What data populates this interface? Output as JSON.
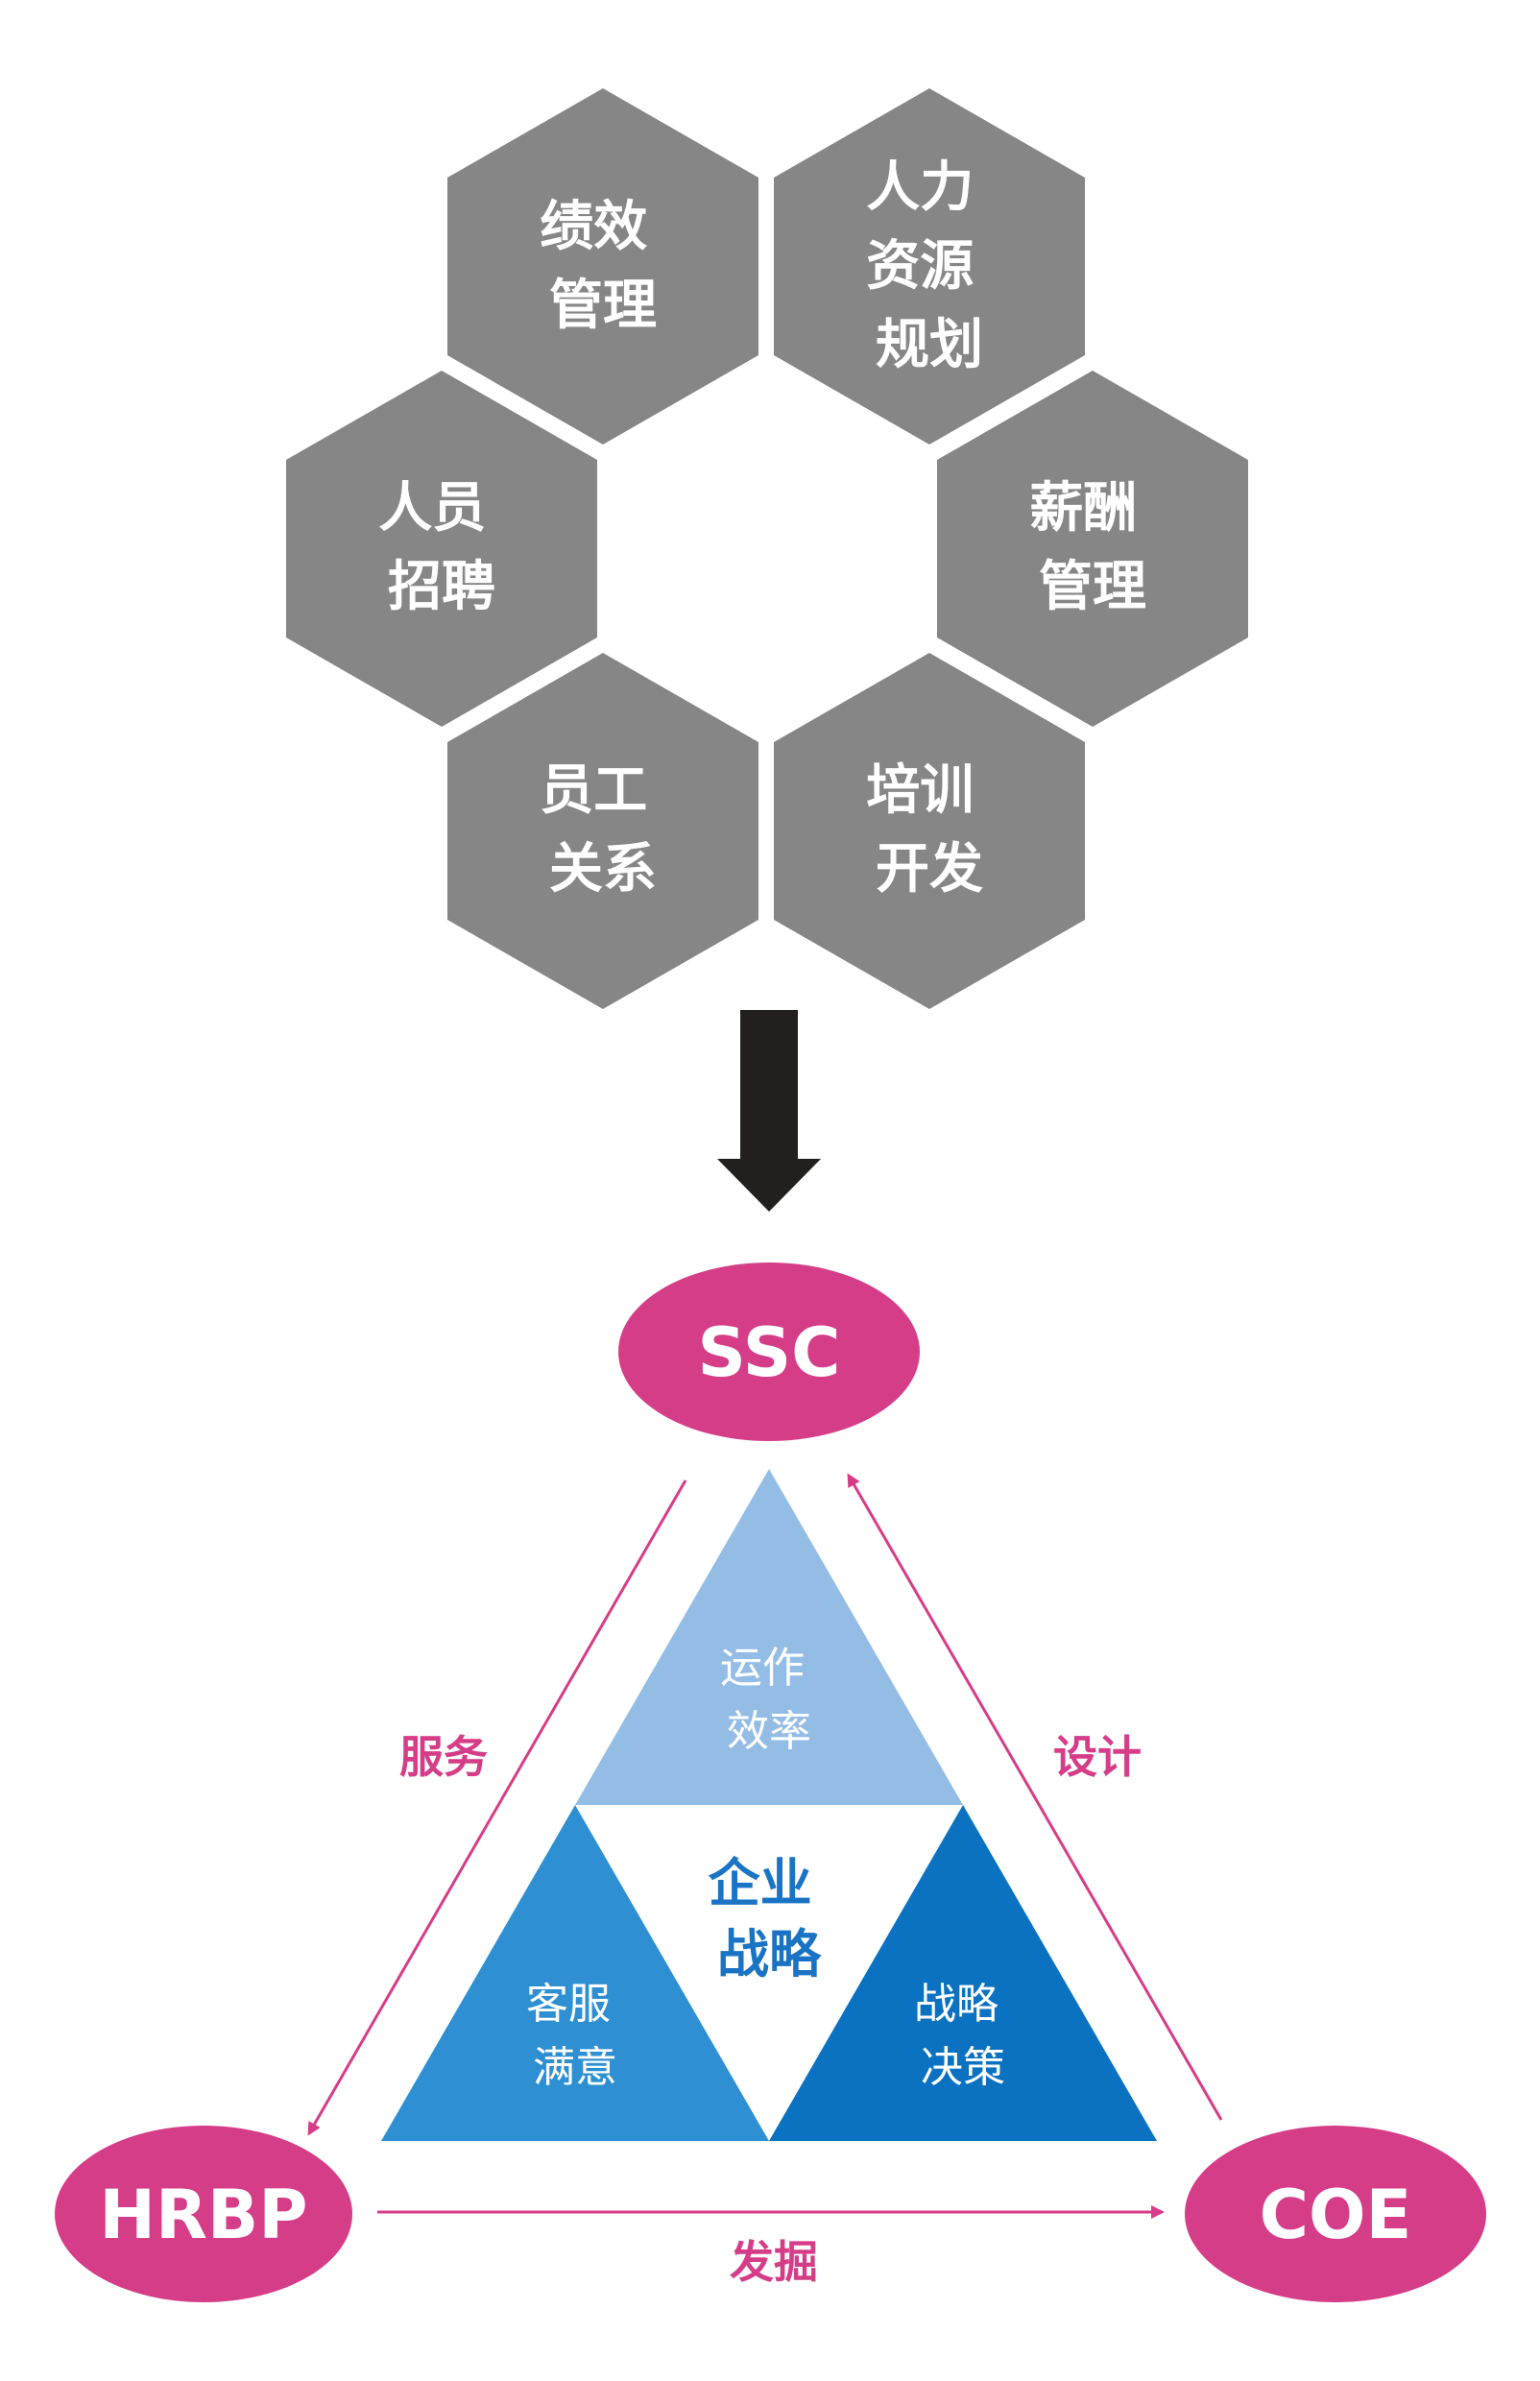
{
  "hexagons": [
    {
      "lines": [
        "绩效",
        "管理"
      ]
    },
    {
      "lines": [
        "人力",
        "资源",
        "规划"
      ]
    },
    {
      "lines": [
        "人员",
        "招聘"
      ]
    },
    {
      "lines": [
        "薪酬",
        "管理"
      ]
    },
    {
      "lines": [
        "员工",
        "关系"
      ]
    },
    {
      "lines": [
        "培训",
        "开发"
      ]
    }
  ],
  "nodes": {
    "ssc": "SSC",
    "hrbp": "HRBP",
    "coe": "COE"
  },
  "arrows": {
    "left": "服务",
    "right": "设计",
    "bottom": "发掘"
  },
  "triangle": {
    "top": [
      "运作",
      "效率"
    ],
    "left": [
      "客服",
      "满意"
    ],
    "right": [
      "战略",
      "决策"
    ],
    "center": [
      "企业",
      "战略"
    ]
  },
  "colors": {
    "hexagon": "#868686",
    "node": "#d63d88",
    "arrow_line": "#d63d88",
    "big_arrow": "#231f1e",
    "tri_top": "#94bde6",
    "tri_left": "#2e8fd2",
    "tri_right": "#0a72c0",
    "center_text": "#1a73c4"
  }
}
